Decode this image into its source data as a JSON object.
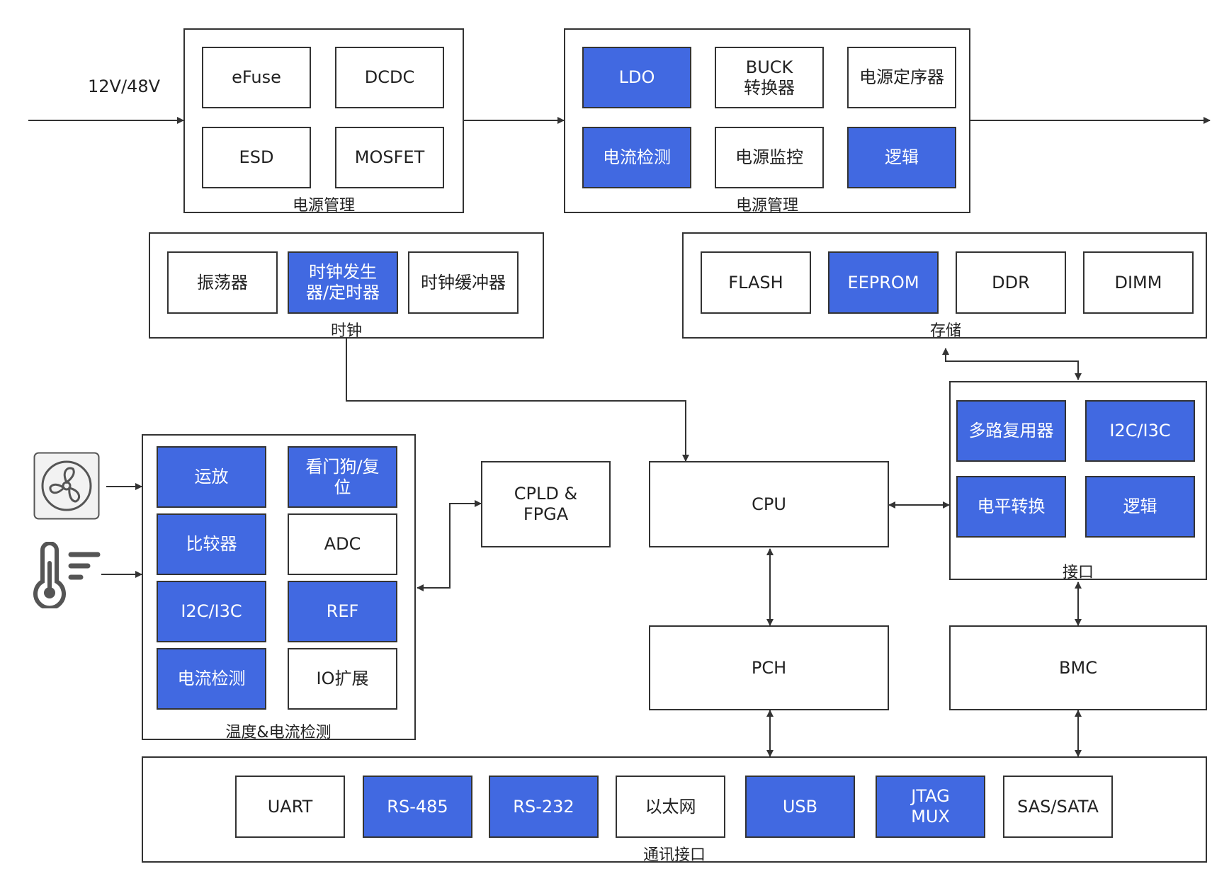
{
  "input_label": "12V/48V",
  "groups": {
    "power_mgmt_1": "电源管理",
    "power_mgmt_2": "电源管理",
    "clock": "时钟",
    "storage": "存储",
    "interface": "接口",
    "temp_current": "温度&电流检测",
    "comm": "通讯接口"
  },
  "blocks": {
    "efuse": "eFuse",
    "dcdc": "DCDC",
    "esd": "ESD",
    "mosfet": "MOSFET",
    "ldo": "LDO",
    "buck": "BUCK\n转换器",
    "seq": "电源定序器",
    "current_sense_1": "电流检测",
    "power_monitor": "电源监控",
    "logic_1": "逻辑",
    "oscillator": "振荡器",
    "clock_gen": "时钟发生\n器/定时器",
    "clock_buffer": "时钟缓冲器",
    "flash": "FLASH",
    "eeprom": "EEPROM",
    "ddr": "DDR",
    "dimm": "DIMM",
    "mux": "多路复用器",
    "i2c_1": "I2C/I3C",
    "level_shift": "电平转换",
    "logic_2": "逻辑",
    "opamp": "运放",
    "watchdog": "看门狗/复\n位",
    "comparator": "比较器",
    "adc": "ADC",
    "i2c_2": "I2C/I3C",
    "ref": "REF",
    "current_sense_2": "电流检测",
    "io_expander": "IO扩展",
    "cpld": "CPLD &\nFPGA",
    "cpu": "CPU",
    "pch": "PCH",
    "bmc": "BMC",
    "uart": "UART",
    "rs485": "RS-485",
    "rs232": "RS-232",
    "ethernet": "以太网",
    "usb": "USB",
    "jtag": "JTAG\nMUX",
    "sas": "SAS/SATA"
  },
  "colors": {
    "highlight": "#4169e1",
    "line": "#333333"
  },
  "icons": [
    "fan-icon",
    "thermometer-icon"
  ]
}
